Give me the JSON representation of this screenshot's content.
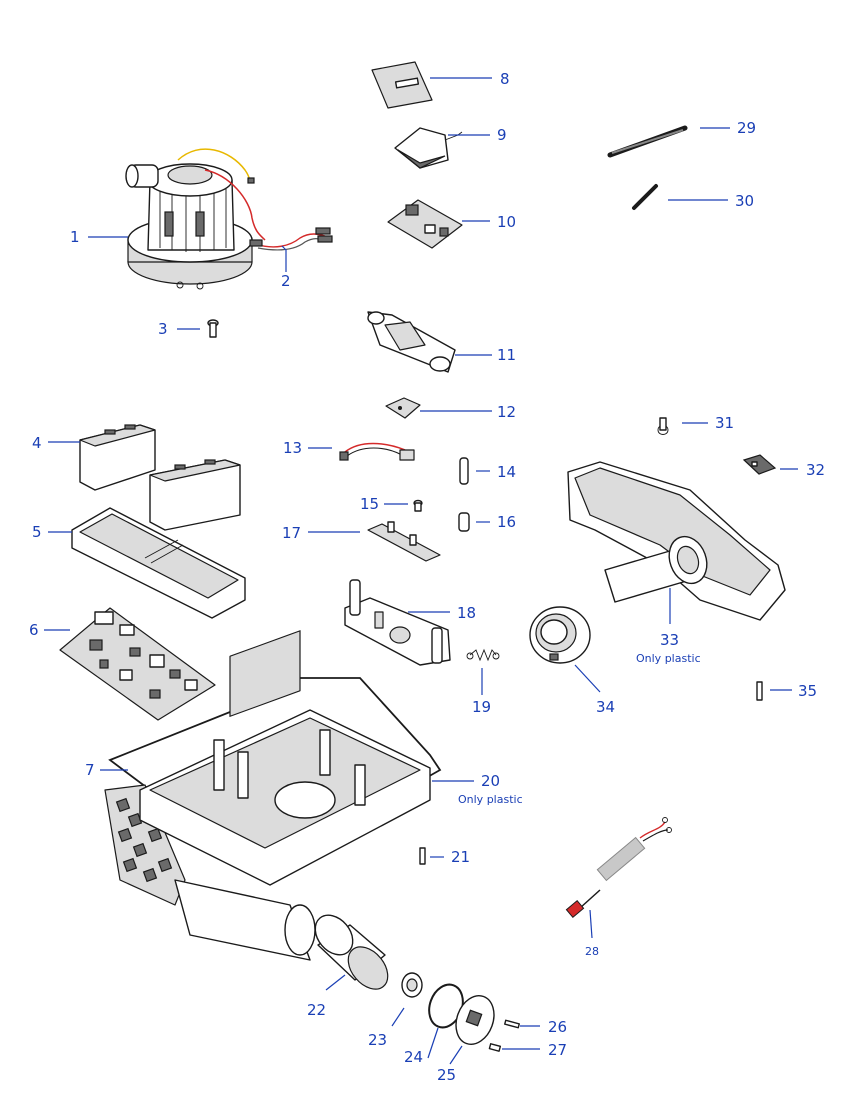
{
  "diagram": {
    "labels": {
      "p1": "1",
      "p2": "2",
      "p3": "3",
      "p4": "4",
      "p5": "5",
      "p6": "6",
      "p7": "7",
      "p8": "8",
      "p9": "9",
      "p10": "10",
      "p11": "11",
      "p12": "12",
      "p13": "13",
      "p14": "14",
      "p15": "15",
      "p16": "16",
      "p17": "17",
      "p18": "18",
      "p19": "19",
      "p20": "20",
      "p21": "21",
      "p22": "22",
      "p23": "23",
      "p24": "24",
      "p25": "25",
      "p26": "26",
      "p27": "27",
      "p28": "28",
      "p29": "29",
      "p30": "30",
      "p31": "31",
      "p32": "32",
      "p33": "33",
      "p34": "34",
      "p35": "35"
    },
    "notes": {
      "p20": "Only plastic",
      "p33": "Only plastic"
    },
    "colors": {
      "label": "#1a3fb5",
      "outline": "#1b1b1b",
      "wire_red": "#d42a2a",
      "wire_yellow": "#e8b800",
      "shade": "#dcdcdc"
    }
  }
}
